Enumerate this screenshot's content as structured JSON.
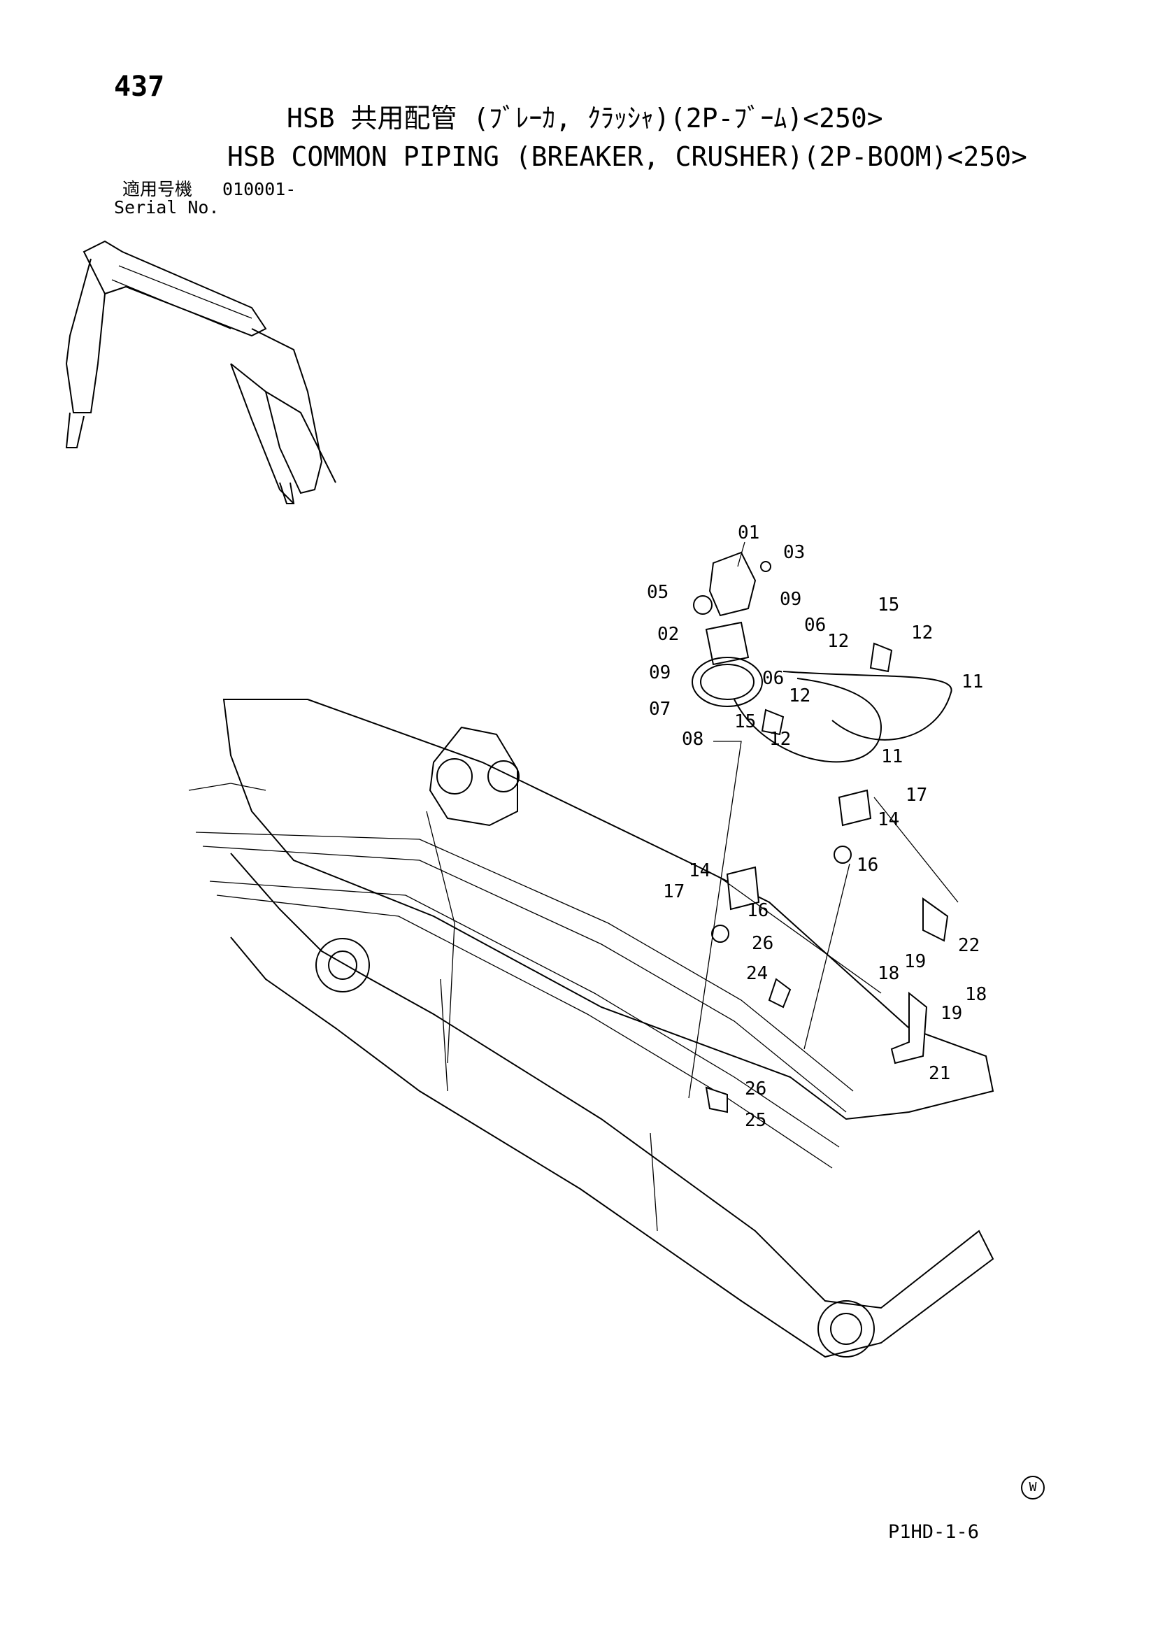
{
  "header": {
    "page_number": "437",
    "title_jp": "HSB 共用配管 (ﾌﾞﾚｰｶ, ｸﾗｯｼｬ)(2P-ﾌﾞｰﾑ)<250>",
    "title_en": "HSB COMMON PIPING (BREAKER, CRUSHER)(2P-BOOM)<250>",
    "serial_label_jp": "適用号機",
    "serial_value": "010001-",
    "serial_label_en": "Serial No."
  },
  "callouts": [
    "01",
    "03",
    "05",
    "09",
    "02",
    "09",
    "07",
    "08",
    "06",
    "12",
    "06",
    "12",
    "15",
    "12",
    "15",
    "12",
    "11",
    "11",
    "17",
    "14",
    "16",
    "14",
    "17",
    "16",
    "22",
    "18",
    "19",
    "18",
    "19",
    "21",
    "26",
    "24",
    "26",
    "25"
  ],
  "footer": {
    "page_code": "P1HD-1-6",
    "watermark": "W"
  }
}
